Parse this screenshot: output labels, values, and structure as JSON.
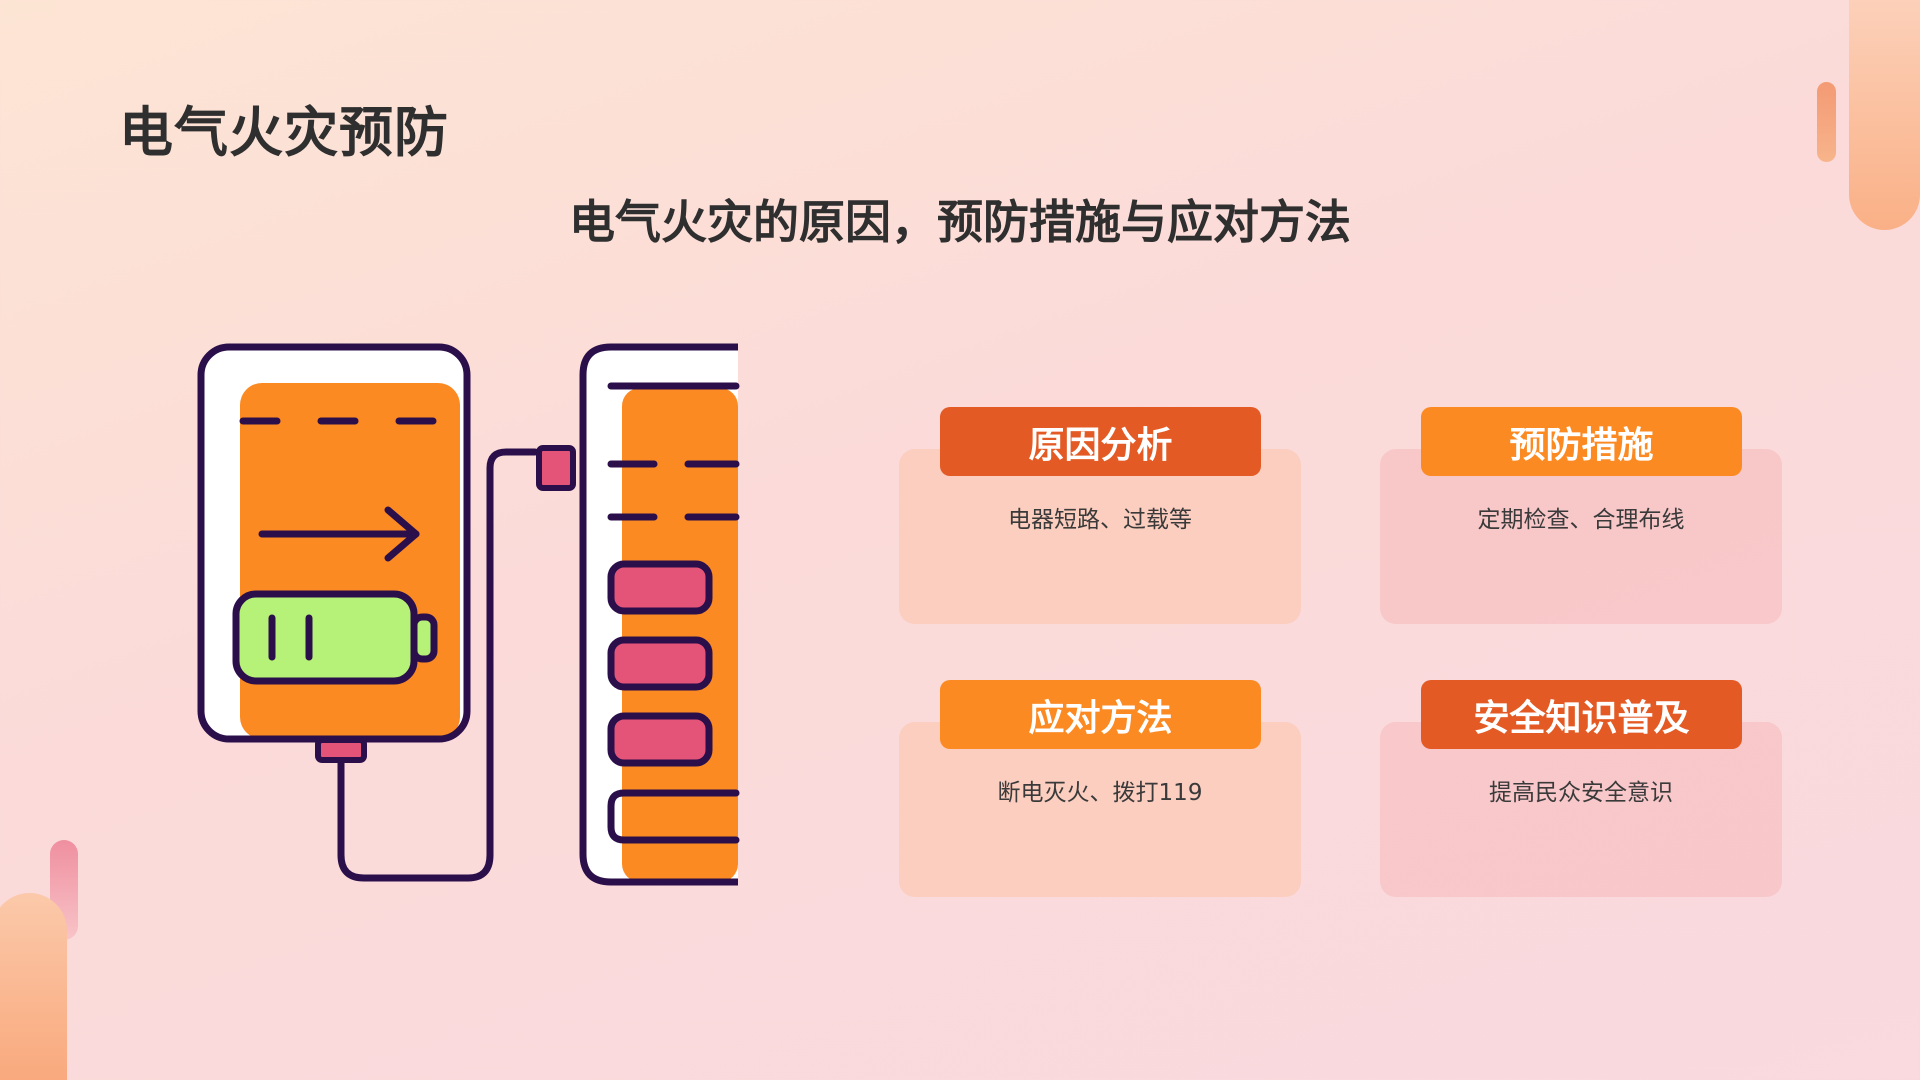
{
  "title": "电气火灾预防",
  "subtitle": "电气火灾的原因，预防措施与应对方法",
  "cards": [
    {
      "label": "原因分析",
      "desc": "电器短路、过载等",
      "tag_color": "#e35a24"
    },
    {
      "label": "预防措施",
      "desc": "定期检查、合理布线",
      "tag_color": "#fb8a23"
    },
    {
      "label": "应对方法",
      "desc": "断电灭火、拨打119",
      "tag_color": "#fb8a23"
    },
    {
      "label": "安全知识普及",
      "desc": "提高民众安全意识",
      "tag_color": "#e35a24"
    }
  ],
  "illustration": {
    "icon": "power-bank-charging-icon"
  },
  "colors": {
    "accent_dark_orange": "#e35a24",
    "accent_orange": "#fb8a23",
    "outline_purple": "#2b0f4a",
    "battery_green": "#b6f277",
    "slot_pink": "#e45378"
  }
}
